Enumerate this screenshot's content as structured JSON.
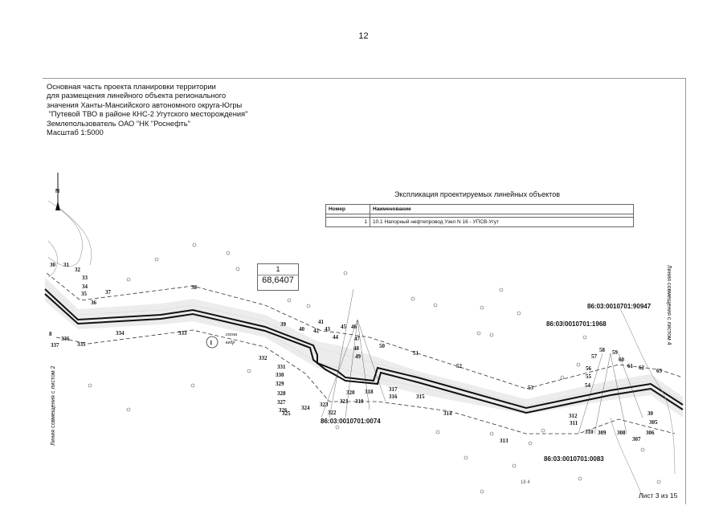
{
  "page_number": "12",
  "title_block": {
    "lines": [
      "Основная часть проекта планировки территории",
      "для размещения линейного объекта регионального",
      "значения Ханты-Мансийского автономного округа-Югры",
      " \"Путевой ТВО в районе КНС-2 Угутского месторождения\"",
      "Землепользователь ОАО \"НК \"Роснефть\"",
      "Масштаб 1:5000"
    ]
  },
  "legend": {
    "title": "Экспликация проектируемых линейных объектов",
    "headers": [
      "Номер",
      "Наименование"
    ],
    "rows": [
      {
        "num": "1",
        "name": "10.1 Напорный нефтепровод Узел N 16 - УПСВ-Угут"
      }
    ]
  },
  "north_label": "N",
  "area_box": {
    "id": "1",
    "value": "68,6407"
  },
  "cadastral_labels": [
    "86:03:0010701:90947",
    "86:03:0010701:1968",
    "86:03:0010701:0074",
    "86:03:0010701:0083"
  ],
  "side_labels": {
    "left": "Линия совмещения с листом 2",
    "right": "Линия совмещения с листом 4"
  },
  "sheet_label": "Лист 3 из 15",
  "bottom_small": "18 4",
  "tree_note": {
    "circle": "1",
    "line1": "сосна",
    "line2": "кедр"
  },
  "point_labels": [
    "30",
    "31",
    "32",
    "33",
    "34",
    "35",
    "36",
    "37",
    "38",
    "39",
    "40",
    "41",
    "42",
    "43",
    "44",
    "45",
    "46",
    "47",
    "48",
    "49",
    "50",
    "51",
    "52",
    "53",
    "54",
    "55",
    "56",
    "57",
    "58",
    "59",
    "60",
    "61",
    "62",
    "63",
    "8",
    "337",
    "336",
    "335",
    "334",
    "333",
    "332",
    "331",
    "330",
    "329",
    "328",
    "327",
    "326",
    "325",
    "324",
    "323",
    "322",
    "321",
    "320",
    "319",
    "318",
    "317",
    "316",
    "315",
    "314",
    "313",
    "312",
    "311",
    "310",
    "309",
    "308",
    "307",
    "306",
    "305",
    "30"
  ]
}
